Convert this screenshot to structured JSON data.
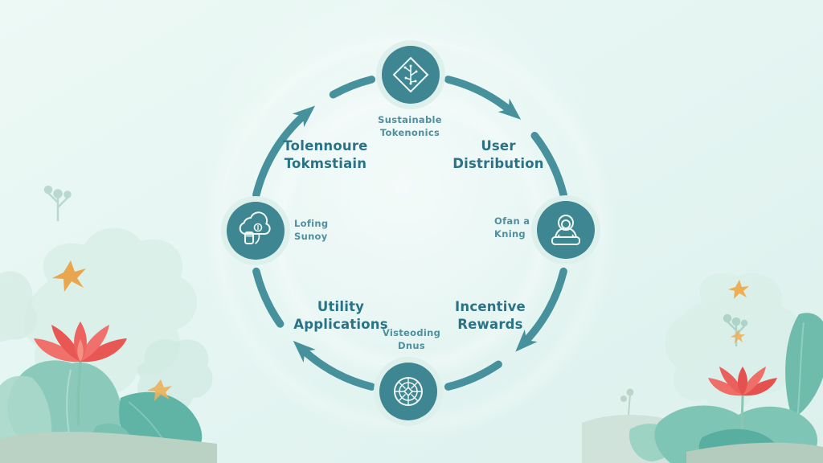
{
  "diagram": {
    "type": "cycle",
    "direction": "clockwise",
    "nodes": [
      {
        "id": "top",
        "icon": "circuit-diamond-icon",
        "caption_line1": "Sustainable",
        "caption_line2": "Tokenonics"
      },
      {
        "id": "right",
        "icon": "person-desk-icon",
        "caption_line1": "Ofan a",
        "caption_line2": "Kning"
      },
      {
        "id": "bottom",
        "icon": "wireframe-globe-icon",
        "caption_line1": "Visteoding",
        "caption_line2": "Dnus"
      },
      {
        "id": "left",
        "icon": "cloud-coin-icon",
        "caption_line1": "Lofing",
        "caption_line2": "Sunoy"
      }
    ],
    "stage_labels": [
      {
        "id": "upper-left",
        "line1": "Tolennoure",
        "line2": "Tokmstiain"
      },
      {
        "id": "upper-right",
        "line1": "User",
        "line2": "Distribution"
      },
      {
        "id": "lower-right",
        "line1": "Incentive",
        "line2": "Rewards"
      },
      {
        "id": "lower-left",
        "line1": "Utility",
        "line2": "Applications"
      }
    ]
  },
  "colors": {
    "background": "#E4F5F1",
    "arc_teal": "#47919D",
    "node_fill": "#3E8692",
    "node_halo": "#DDF0EB",
    "stage_label_text": "#2A7386",
    "caption_text": "#4F8FA0",
    "lotus_coral": "#EC6360",
    "leaf_teal": "#7FC5B5",
    "blossom_orange": "#E9A64F"
  }
}
